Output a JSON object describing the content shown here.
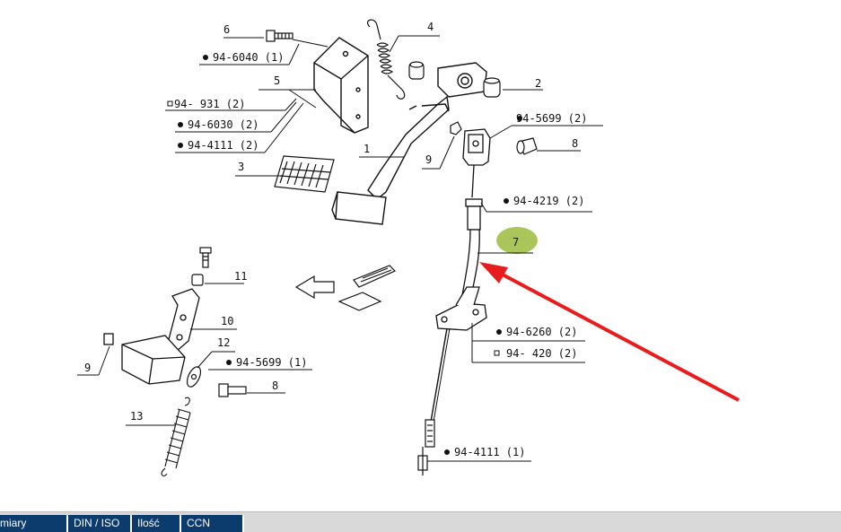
{
  "callouts": {
    "p6": "6",
    "p6_ref": "94-6040 (1)",
    "p5": "5",
    "p5_ref1": "94- 931 (2)",
    "p5_ref2": "94-6030 (2)",
    "p5_ref3": "94-4111 (2)",
    "p3": "3",
    "p4": "4",
    "p2": "2",
    "p1": "1",
    "p9a": "9",
    "p8a": "8",
    "p8a_ref": "94-5699 (2)",
    "p7_ref": "94-4219 (2)",
    "p7": "7",
    "p11": "11",
    "p10": "10",
    "p12": "12",
    "p12_ref": "94-5699 (1)",
    "p9b": "9",
    "p8b": "8",
    "p13": "13",
    "base_ref1": "94-6260 (2)",
    "base_ref2": "94- 420 (2)",
    "bottom_ref": "94-4111 (1)"
  },
  "highlight_color": "#9bbb3c",
  "arrow_color": "#e81c1c",
  "table_header": {
    "col1": "miary",
    "col2": "DIN / ISO",
    "col3": "Ilość",
    "col4": "CCN"
  },
  "header_color": "#0c3b6e"
}
